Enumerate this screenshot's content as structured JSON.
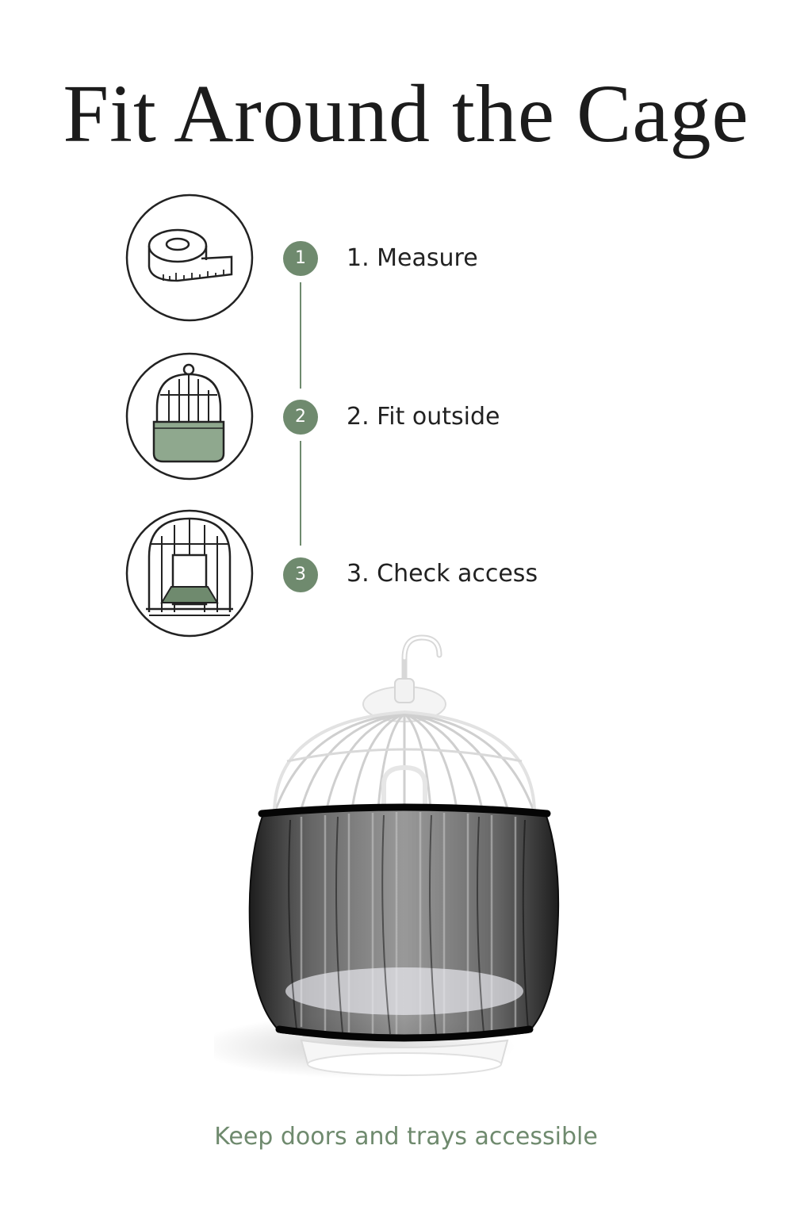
{
  "title": "Fit Around the Cage",
  "steps": [
    {
      "number": "1",
      "label": "1. Measure",
      "icon": "tape-measure-icon"
    },
    {
      "number": "2",
      "label": "2. Fit outside",
      "icon": "cage-cover-icon"
    },
    {
      "number": "3",
      "label": "3. Check access",
      "icon": "cage-door-icon"
    }
  ],
  "caption": "Keep doors and trays accessible",
  "colors": {
    "accent": "#6f8a6e",
    "text": "#222222",
    "icon_stroke": "#222222"
  }
}
